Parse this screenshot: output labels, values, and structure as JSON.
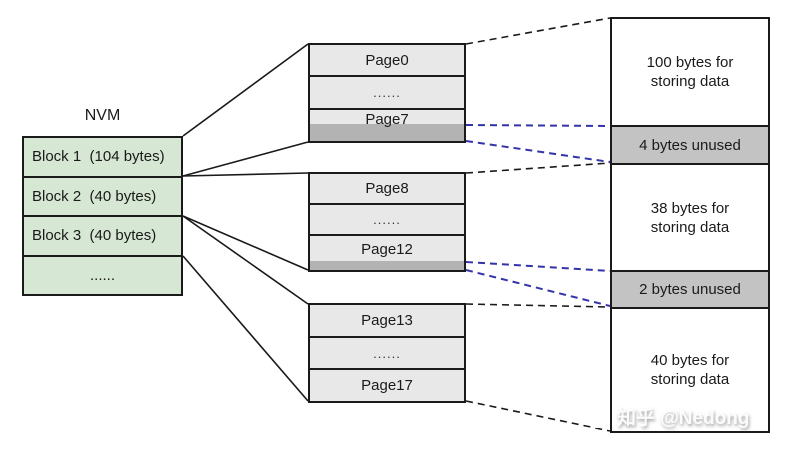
{
  "diagram": {
    "title": "NVM",
    "nvm": {
      "blocks": [
        "Block 1  (104 bytes)",
        "Block 2  (40 bytes)",
        "Block 3  (40 bytes)",
        "......"
      ]
    },
    "page_groups": [
      {
        "first": "Page0",
        "dots": "......",
        "last": "Page7"
      },
      {
        "first": "Page8",
        "dots": "......",
        "last": "Page12"
      },
      {
        "first": "Page13",
        "dots": "......",
        "last": "Page17"
      }
    ],
    "byte_cells": [
      {
        "label": "100 bytes for storing data",
        "type": "data"
      },
      {
        "label": "4 bytes unused",
        "type": "unused"
      },
      {
        "label": "38 bytes for storing data",
        "type": "data"
      },
      {
        "label": "2 bytes unused",
        "type": "unused"
      },
      {
        "label": "40 bytes for storing data",
        "type": "data"
      }
    ],
    "colors": {
      "block_fill": "#d6e8d3",
      "page_fill": "#e8e8e8",
      "unused_strip": "#b3b3b3",
      "unused_cell": "#c3c3c3",
      "connector_black": "#1a1a1a",
      "connector_blue": "#3333aa"
    },
    "watermark": "知乎 @Nedong"
  }
}
